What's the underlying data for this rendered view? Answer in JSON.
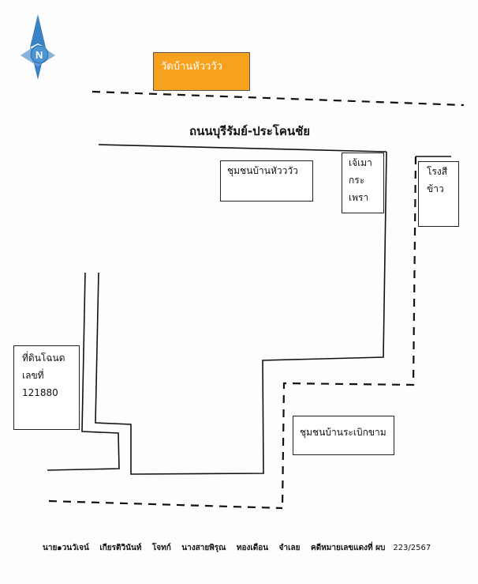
{
  "compass": {
    "letter": "N",
    "icon": "compass-north-icon"
  },
  "temple": {
    "label": "วัดบ้านหัวววัว",
    "color": "#f6a21e"
  },
  "road": {
    "label": "ถนนบุรีรัมย์-ประโคนชัย"
  },
  "community_north": {
    "label": "ชุมชนบ้านหัวววัว"
  },
  "shop": {
    "lines": [
      "เจ้เมา",
      "กระ",
      "เพรา"
    ]
  },
  "rice_mill": {
    "lines": [
      "โรงสี",
      "ข้าว"
    ]
  },
  "land_deed": {
    "lines": [
      "ที่ดินโฉนด",
      "เลขที่",
      "121880"
    ]
  },
  "community_south": {
    "label": "ชุมชนบ้านระเบิกขาม"
  },
  "footer": {
    "name1": "นาย๑วนวัเจน์",
    "name2": "เกียรติวินันท์",
    "role": "โจทก์",
    "name3": "นางสายพิรุณ",
    "name4": "ทองเดือน",
    "role2": "จำเลย",
    "case_label": "คดีหมายเลขแดงที่ ผบ",
    "case_number": "223/2567"
  }
}
